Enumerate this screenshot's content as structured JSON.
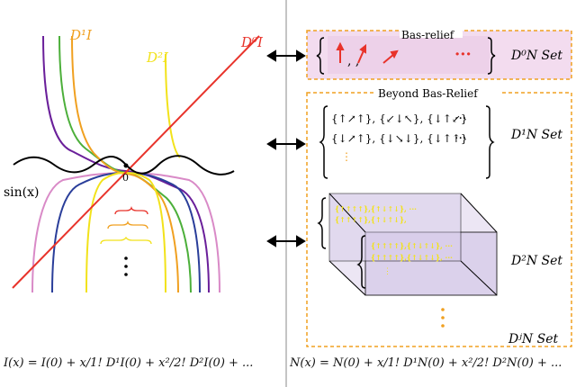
{
  "left_panel": {
    "labels": {
      "d0": "D⁰I",
      "d1": "D¹I",
      "d2": "D²I",
      "sin": "sin(x)",
      "origin": "0"
    },
    "equation": "I(x) = I(0) + x/1! D¹I(0) + x²/2! D²I(0) + ...",
    "colors": {
      "d0": "#e8332b",
      "d1": "#f0a020",
      "d2": "#f2e21a",
      "sin": "#000000",
      "green": "#4caf3a",
      "blue": "#2a3e9a",
      "purple": "#6a1f9a",
      "pink": "#d98ac7"
    }
  },
  "right_panel": {
    "set0": {
      "title": "Bas-relief",
      "label": "D⁰N Set",
      "dots": "···"
    },
    "group": {
      "title": "Beyond Bas-Relief"
    },
    "set1": {
      "label": "D¹N Set"
    },
    "set2": {
      "label": "D²N Set"
    },
    "setj": {
      "label": "DʲN Set"
    },
    "equation": "N(x) = N(0) + x/1! D¹N(0) + x²/2! D²N(0) + ...",
    "colors": {
      "border": "#f0a020",
      "fill0": "#f3dcef",
      "box": "#d8cdea",
      "arrow_red": "#e8332b",
      "arrow_orange": "#f0a020",
      "arrow_yellow": "#f2e21a"
    }
  }
}
